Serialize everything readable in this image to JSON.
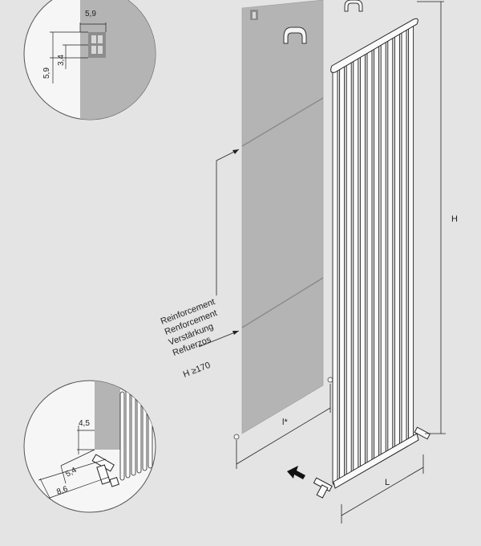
{
  "detail_top": {
    "dim_width": "5,9",
    "dim_height": "5,9",
    "dim_inner": "3,4"
  },
  "detail_bottom": {
    "dim_height": "4,5",
    "dim_a": "5,4",
    "dim_b": "8,6"
  },
  "main": {
    "label_height": "H",
    "label_length": "L",
    "label_spacing": "l*"
  },
  "annotation": {
    "lines": [
      "Reinforcement",
      "Renforcement",
      "Verstärkung",
      "Refuerzos"
    ],
    "condition": "H ≥170"
  },
  "colors": {
    "background": "#e4e4e4",
    "panel": "#b4b4b4",
    "line": "#222222",
    "arrow": "#111111"
  }
}
